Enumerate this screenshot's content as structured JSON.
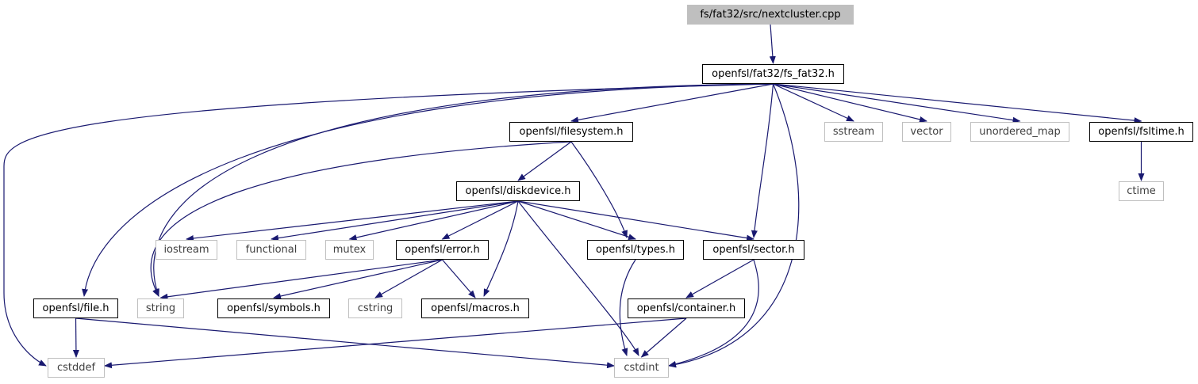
{
  "diagram": {
    "colors": {
      "edge": "#191970",
      "local_border": "#000000",
      "external_border": "#bfbfbf",
      "root_fill": "#bfbfbf",
      "external_text": "#3f3f3f"
    },
    "nodes": {
      "nextcluster": {
        "label": "fs/fat32/src/nextcluster.cpp",
        "kind": "root"
      },
      "fs_fat32": {
        "label": "openfsl/fat32/fs_fat32.h",
        "kind": "local"
      },
      "filesystem": {
        "label": "openfsl/filesystem.h",
        "kind": "local"
      },
      "sstream": {
        "label": "sstream",
        "kind": "external"
      },
      "vector": {
        "label": "vector",
        "kind": "external"
      },
      "unordered_map": {
        "label": "unordered_map",
        "kind": "external"
      },
      "fsltime": {
        "label": "openfsl/fsltime.h",
        "kind": "local"
      },
      "ctime": {
        "label": "ctime",
        "kind": "external"
      },
      "diskdevice": {
        "label": "openfsl/diskdevice.h",
        "kind": "local"
      },
      "iostream": {
        "label": "iostream",
        "kind": "external"
      },
      "functional": {
        "label": "functional",
        "kind": "external"
      },
      "mutex": {
        "label": "mutex",
        "kind": "external"
      },
      "error": {
        "label": "openfsl/error.h",
        "kind": "local"
      },
      "types": {
        "label": "openfsl/types.h",
        "kind": "local"
      },
      "sector": {
        "label": "openfsl/sector.h",
        "kind": "local"
      },
      "file": {
        "label": "openfsl/file.h",
        "kind": "local"
      },
      "string": {
        "label": "string",
        "kind": "external"
      },
      "symbols": {
        "label": "openfsl/symbols.h",
        "kind": "local"
      },
      "cstring": {
        "label": "cstring",
        "kind": "external"
      },
      "macros": {
        "label": "openfsl/macros.h",
        "kind": "local"
      },
      "container": {
        "label": "openfsl/container.h",
        "kind": "local"
      },
      "cstddef": {
        "label": "cstddef",
        "kind": "external"
      },
      "cstdint": {
        "label": "cstdint",
        "kind": "external"
      }
    },
    "edges": [
      [
        "nextcluster",
        "fs_fat32"
      ],
      [
        "fs_fat32",
        "filesystem"
      ],
      [
        "fs_fat32",
        "sstream"
      ],
      [
        "fs_fat32",
        "vector"
      ],
      [
        "fs_fat32",
        "unordered_map"
      ],
      [
        "fs_fat32",
        "fsltime"
      ],
      [
        "fs_fat32",
        "sector"
      ],
      [
        "fs_fat32",
        "cstdint"
      ],
      [
        "fs_fat32",
        "file"
      ],
      [
        "fs_fat32",
        "string"
      ],
      [
        "fs_fat32",
        "cstddef"
      ],
      [
        "fsltime",
        "ctime"
      ],
      [
        "filesystem",
        "diskdevice"
      ],
      [
        "filesystem",
        "types"
      ],
      [
        "filesystem",
        "string"
      ],
      [
        "diskdevice",
        "iostream"
      ],
      [
        "diskdevice",
        "functional"
      ],
      [
        "diskdevice",
        "mutex"
      ],
      [
        "diskdevice",
        "error"
      ],
      [
        "diskdevice",
        "macros"
      ],
      [
        "diskdevice",
        "types"
      ],
      [
        "diskdevice",
        "sector"
      ],
      [
        "diskdevice",
        "cstdint"
      ],
      [
        "error",
        "string"
      ],
      [
        "error",
        "symbols"
      ],
      [
        "error",
        "cstring"
      ],
      [
        "error",
        "macros"
      ],
      [
        "types",
        "cstdint"
      ],
      [
        "sector",
        "container"
      ],
      [
        "sector",
        "cstdint"
      ],
      [
        "container",
        "cstddef"
      ],
      [
        "container",
        "cstdint"
      ],
      [
        "file",
        "cstddef"
      ],
      [
        "file",
        "cstdint"
      ]
    ]
  }
}
